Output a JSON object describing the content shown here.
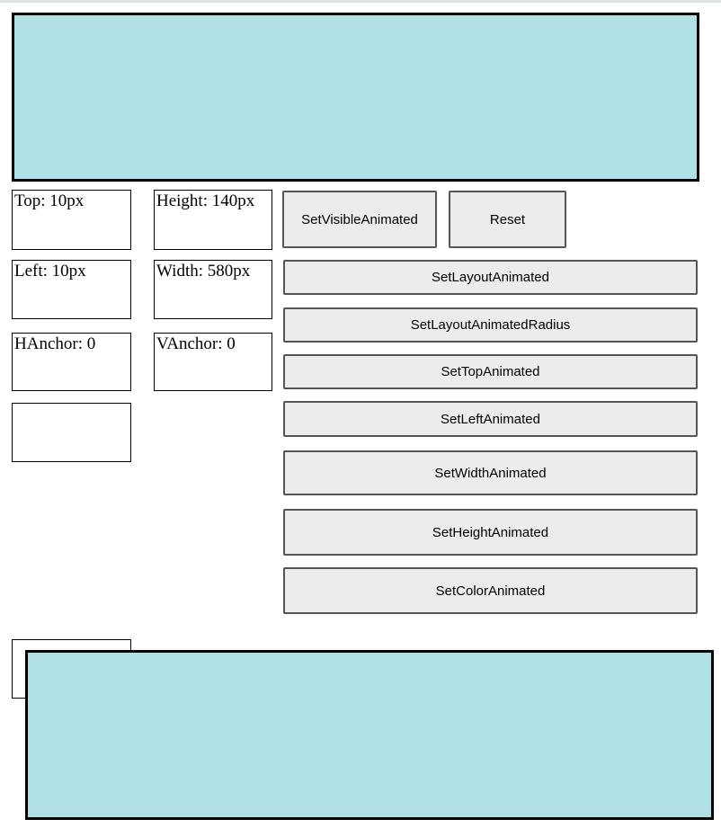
{
  "page": {
    "background_color": "#ffffff",
    "top_strip_color": "#dce3e1"
  },
  "animated_rectangles": {
    "fill_color": "#b0dfe6",
    "border_color": "#000000"
  },
  "value_boxes": {
    "top": "Top: 10px",
    "height": "Height: 140px",
    "left": "Left: 10px",
    "width": "Width: 580px",
    "hanchor": "HAnchor: 0",
    "vanchor": "VAnchor: 0",
    "extra": "",
    "bottom": ""
  },
  "buttons": {
    "button_bg_color": "#ececec",
    "button_border_color": "#555555",
    "set_visible_animated": "SetVisibleAnimated",
    "reset": "Reset",
    "set_layout_animated": "SetLayoutAnimated",
    "set_layout_animated_radius": "SetLayoutAnimatedRadius",
    "set_top_animated": "SetTopAnimated",
    "set_left_animated": "SetLeftAnimated",
    "set_width_animated": "SetWidthAnimated",
    "set_height_animated": "SetHeightAnimated",
    "set_color_animated": "SetColorAnimated"
  }
}
